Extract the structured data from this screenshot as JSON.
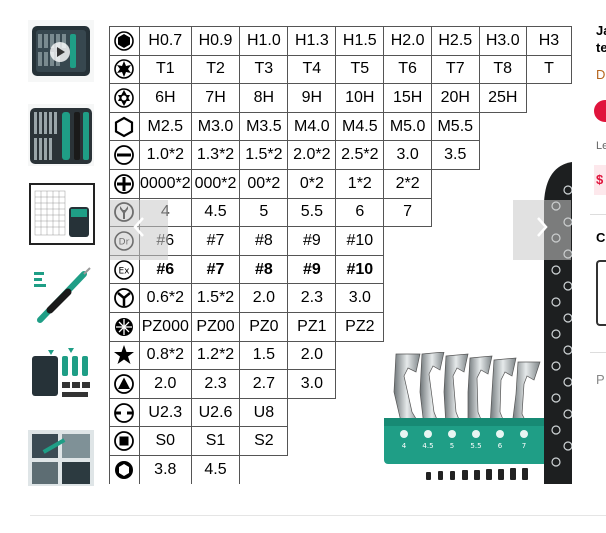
{
  "gallery": {
    "thumbnails": [
      {
        "name": "thumb-1-case",
        "active": false
      },
      {
        "name": "thumb-2-bits",
        "active": false
      },
      {
        "name": "thumb-3-chart",
        "active": true
      },
      {
        "name": "thumb-4-screwdriver",
        "active": false
      },
      {
        "name": "thumb-5-contents",
        "active": false
      },
      {
        "name": "thumb-6-usage",
        "active": false
      }
    ],
    "prev_icon": "chevron-left-icon",
    "next_icon": "chevron-right-icon"
  },
  "spec_chart": {
    "rows": [
      {
        "icon": "hex-bit-icon",
        "values": [
          "H0.7",
          "H0.9",
          "H1.0",
          "H1.3",
          "H1.5",
          "H2.0",
          "H2.5",
          "H3.0",
          "H3"
        ],
        "bold": false
      },
      {
        "icon": "torx-bit-icon",
        "values": [
          "T1",
          "T2",
          "T3",
          "T4",
          "T5",
          "T6",
          "T7",
          "T8",
          "T"
        ],
        "bold": false
      },
      {
        "icon": "star-of-david-bit-icon",
        "values": [
          "6H",
          "7H",
          "8H",
          "9H",
          "10H",
          "15H",
          "20H",
          "25H"
        ],
        "bold": false
      },
      {
        "icon": "hexagon-socket-icon",
        "values": [
          "M2.5",
          "M3.0",
          "M3.5",
          "M4.0",
          "M4.5",
          "M5.0",
          "M5.5"
        ],
        "bold": false
      },
      {
        "icon": "slotted-bit-icon",
        "values": [
          "1.0*2",
          "1.3*2",
          "1.5*2",
          "2.0*2",
          "2.5*2",
          "3.0",
          "3.5"
        ],
        "bold": false
      },
      {
        "icon": "phillips-bit-icon",
        "values": [
          "0000*2",
          "000*2",
          "00*2",
          "0*2",
          "1*2",
          "2*2"
        ],
        "bold": false
      },
      {
        "icon": "wrench-icon",
        "values": [
          "4",
          "4.5",
          "5",
          "5.5",
          "6",
          "7"
        ],
        "bold": false
      },
      {
        "icon": "dr-bit-icon",
        "values": [
          "#6",
          "#7",
          "#8",
          "#9",
          "#10"
        ],
        "bold": false
      },
      {
        "icon": "ex-bit-icon",
        "values": [
          "#6",
          "#7",
          "#8",
          "#9",
          "#10"
        ],
        "bold": true
      },
      {
        "icon": "tri-wing-bit-icon",
        "values": [
          "0.6*2",
          "1.5*2",
          "2.0",
          "2.3",
          "3.0"
        ],
        "bold": false
      },
      {
        "icon": "pozidriv-bit-icon",
        "values": [
          "PZ000",
          "PZ00",
          "PZ0",
          "PZ1",
          "PZ2"
        ],
        "bold": false
      },
      {
        "icon": "pentalobe-bit-icon",
        "values": [
          "0.8*2",
          "1.2*2",
          "1.5",
          "2.0"
        ],
        "bold": false
      },
      {
        "icon": "triangle-bit-icon",
        "values": [
          "2.0",
          "2.3",
          "2.7",
          "3.0"
        ],
        "bold": false
      },
      {
        "icon": "u-bit-icon",
        "values": [
          "U2.3",
          "U2.6",
          "U8"
        ],
        "bold": false
      },
      {
        "icon": "square-bit-icon",
        "values": [
          "S0",
          "S1",
          "S2"
        ],
        "bold": false
      },
      {
        "icon": "hex-socket-icon",
        "values": [
          "3.8",
          "4.5"
        ],
        "bold": false
      }
    ],
    "wrench_sizes": [
      "4",
      "4.5",
      "5",
      "5.5",
      "6",
      "7"
    ]
  },
  "right_panel": {
    "title_fragment": "Ja te",
    "store_fragment": "D",
    "label_fragment": "Le",
    "price_fragment": "$",
    "option_label": "C",
    "bottom_fragment": "P"
  },
  "colors": {
    "accent": "#e0143c",
    "holder_green": "#1f9e86",
    "thumb_active_border": "#222222"
  }
}
